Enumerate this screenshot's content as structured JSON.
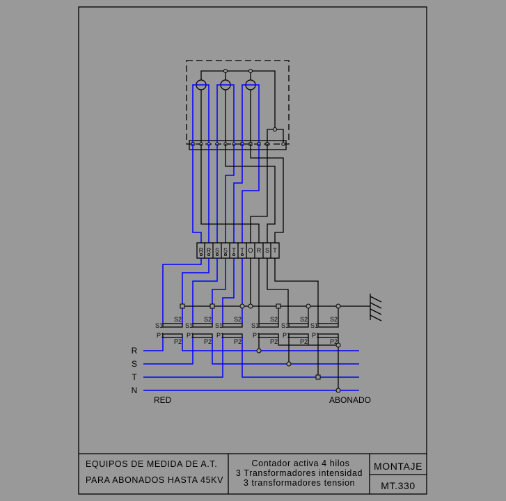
{
  "phases": [
    "R",
    "S",
    "T",
    "N"
  ],
  "labels": {
    "red": "RED",
    "abonado": "ABONADO"
  },
  "terminals": [
    "R",
    "R",
    "S",
    "S",
    "T",
    "T",
    "O",
    "R",
    "S",
    "T"
  ],
  "ct": {
    "s1": "S1",
    "s2": "S2",
    "p1": "P1",
    "p2": "P2"
  },
  "title_block": {
    "title_line1": "EQUIPOS DE MEDIDA DE A.T.",
    "title_line2": "PARA ABONADOS HASTA 45KV",
    "desc_line1": "Contador activa 4 hilos",
    "desc_line2": "3 Transformadores intensidad",
    "desc_line3": "3 transformadores tension",
    "category": "MONTAJE",
    "code": "MT.330"
  },
  "colors": {
    "background": "#999999",
    "line": "#000000",
    "wire_blue": "#0000ff"
  }
}
